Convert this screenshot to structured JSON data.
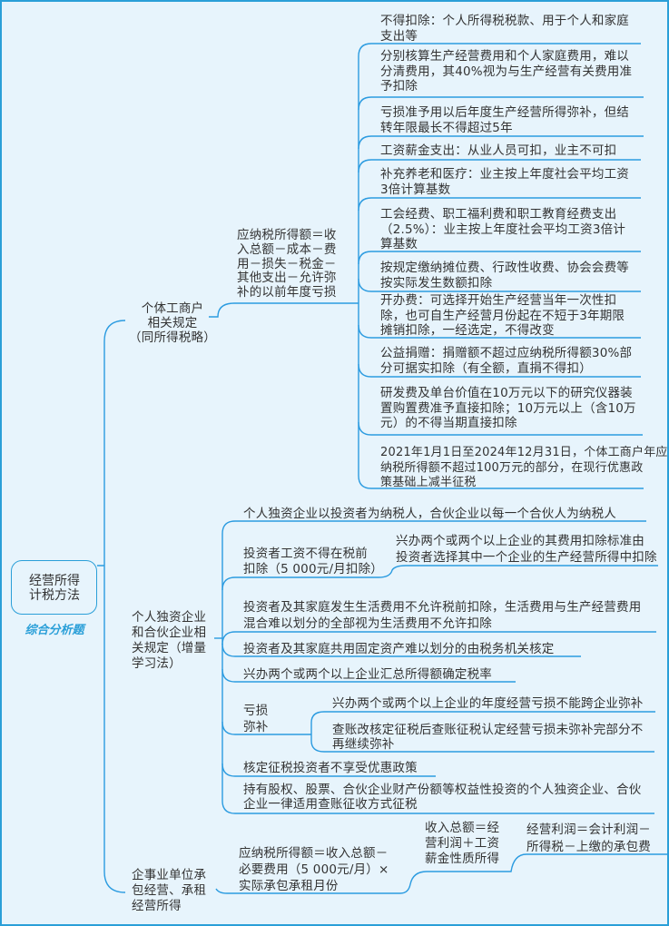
{
  "root": {
    "label": "经营所得\n计税方法",
    "tag": "综合分析题"
  },
  "branch1": {
    "label": "个体工商户\n相关规定\n（同所得税略）",
    "formula": "应纳税所得额＝收\n入总额－成本－费\n用－损失－税金－\n其他支出－允许弥\n补的以前年度亏损",
    "items": [
      "不得扣除：个人所得税税款、用于个人和家庭\n支出等",
      "分别核算生产经营费用和个人家庭费用，难以\n分清费用，其40%视为与生产经营有关费用准\n予扣除",
      "亏损准予用以后年度生产经营所得弥补，但结\n转年限最长不得超过5年",
      "工资薪金支出：从业人员可扣，业主不可扣",
      "补充养老和医疗：业主按上年度社会平均工资\n3倍计算基数",
      "工会经费、职工福利费和职工教育经费支出\n（2.5%）：业主按上年度社会平均工资3倍计\n算基数",
      "按规定缴纳摊位费、行政性收费、协会会费等\n按实际发生数额扣除",
      "开办费：可选择开始生产经营当年一次性扣\n除，也可自生产经营月份起在不短于3年期限\n摊销扣除，一经选定，不得改变",
      "公益捐赠：捐赠额不超过应纳税所得额30%部\n分可据实扣除（有全额，直捐不得扣）",
      "研发费及单台价值在10万元以下的研究仪器装\n置购置费准予直接扣除；10万元以上（含10万\n元）的不得当期直接扣除",
      "2021年1月1日至2024年12月31日，个体工商户年应\n纳税所得额不超过100万元的部分，在现行优惠政\n策基础上减半征税"
    ]
  },
  "branch2": {
    "label": "个人独资企业\n和合伙企业相\n关规定（增量\n学习法）",
    "items": [
      "个人独资企业以投资者为纳税人，合伙企业以每一个合伙人为纳税人",
      "投资者工资不得在税前\n扣除（5 000元/月扣除）",
      "投资者及其家庭发生生活费用不允许税前扣除，生活费用与生产经营费用\n混合难以划分的全部视为生活费用不允许扣除",
      "投资者及其家庭共用固定资产难以划分的由税务机关核定",
      "兴办两个或两个以上企业汇总所得额确定税率",
      "亏损\n弥补",
      "核定征税投资者不享受优惠政策",
      "持有股权、股票、合伙企业财产份额等权益性投资的个人独资企业、合伙\n企业一律适用查账征收方式征税"
    ],
    "wage_sub": "兴办两个或两个以上企业的其费用扣除标准由\n投资者选择其中一个企业的生产经营所得中扣除",
    "loss_subs": [
      "兴办两个或两个以上企业的年度经营亏损不能跨企业弥补",
      "查账改核定征税后查账征税认定经营亏损未弥补完部分不\n再继续弥补"
    ]
  },
  "branch3": {
    "label": "企事业单位承\n包经营、承租\n经营所得",
    "formula": "应纳税所得额＝收入总额－\n必要费用（5 000元/月）×\n实际承包承租月份",
    "income": "收入总额＝经\n营利润＋工资\n薪金性质所得",
    "profit": "经营利润＝会计利润－\n所得税－上缴的承包费"
  },
  "colors": {
    "line": "#2b9be0",
    "background": "#e7f4fc",
    "accent": "#2a9fd8"
  }
}
